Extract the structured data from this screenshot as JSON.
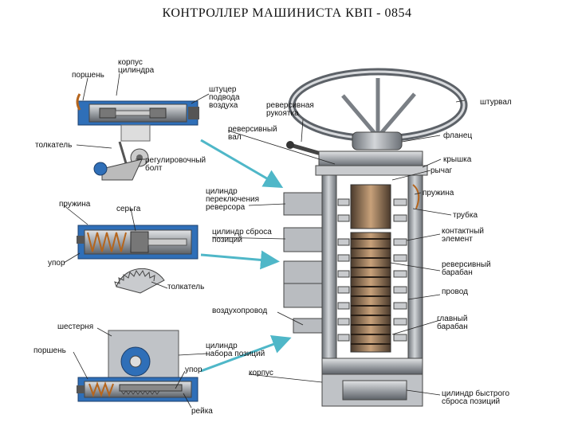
{
  "title": "КОНТРОЛЛЕР МАШИНИСТА КВП - 0854",
  "labels": {
    "porshen_top": "поршень",
    "korpus_cylindra": "корпус\nцилиндра",
    "shtucer": "штуцер\nподвода\nвоздуха",
    "reversivnaya_rukoyatka": "реверсивная\nрукоятка",
    "shturval": "штурвал",
    "reversivny_val": "реверсивный\nвал",
    "flanec": "фланец",
    "tolkatel_top": "толкатель",
    "regulirovochny_bolt": "регулировочный\nболт",
    "kryshka": "крышка",
    "rychag": "рычаг",
    "pruzhina_left": "пружина",
    "serga": "серьга",
    "cylindr_pereklyucheniya": "цилиндр\nпереключения\nреверсора",
    "pruzhina_right": "пружина",
    "trubka": "трубка",
    "cylindr_sbrosa": "цилиндр сброса\nпозиций",
    "kontaktny_element": "контактный\nэлемент",
    "upor_mid": "упор",
    "reversivny_baraban": "реверсивный\nбарабан",
    "tolkatel_mid": "толкатель",
    "provod": "провод",
    "vozduhoprovod": "воздухопровод",
    "shesternya": "шестерня",
    "glavny_baraban": "главный\nбарабан",
    "porshen_bottom": "поршень",
    "cylindr_nabora": "цилиндр\nнабора позиций",
    "upor_bottom": "упор",
    "korpus": "корпус",
    "cylindr_bystrogo": "цилиндр быстрого\nсброса позиций",
    "reyka": "рейка"
  },
  "colors": {
    "steel": "#a8abb0",
    "steel_dark": "#5d6268",
    "steel_light": "#d8dadd",
    "blue_housing": "#2f6fb8",
    "copper": "#b5651d",
    "arrow": "#4fb7c8",
    "background": "#ffffff"
  }
}
